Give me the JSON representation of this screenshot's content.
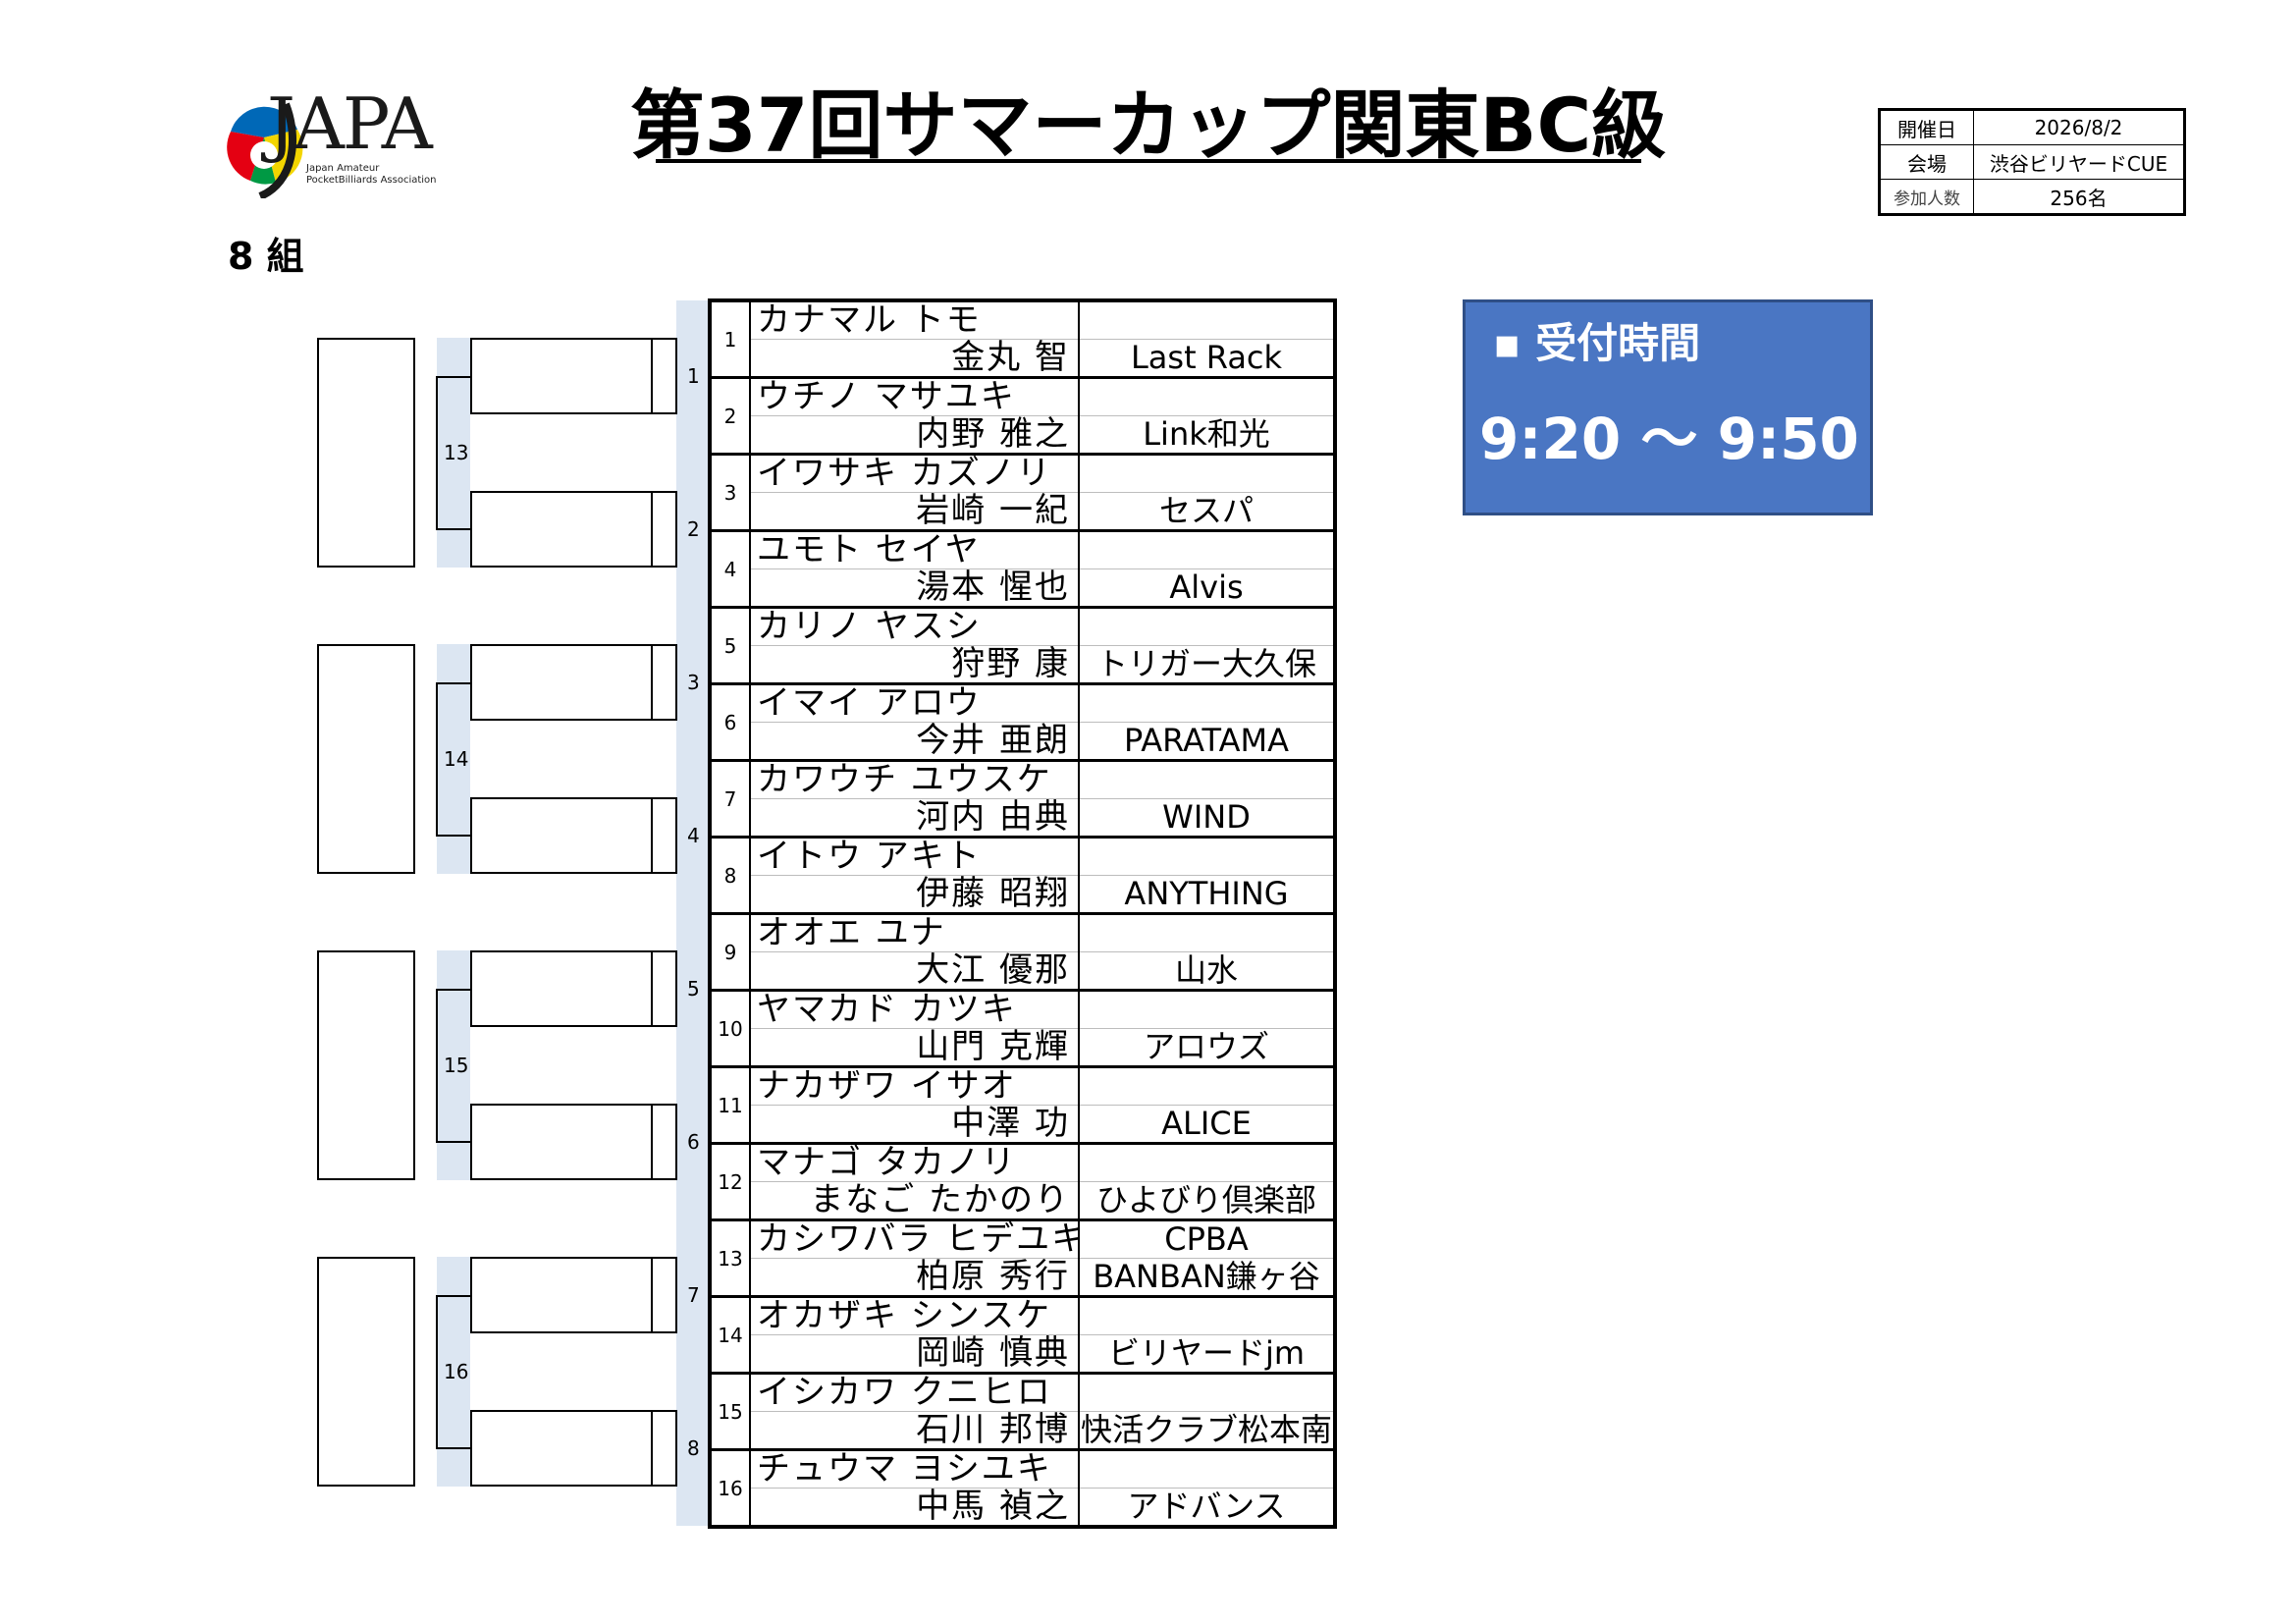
{
  "logo": {
    "text": "JAPA",
    "sub_line1": "Japan Amateur",
    "sub_line2": "PocketBilliards Association",
    "colors": [
      "#e40012",
      "#0068b7",
      "#009944",
      "#f3d500"
    ]
  },
  "title": "第37回サマーカップ関東BC級",
  "info": {
    "date_label": "開催日",
    "date_value": "2026/8/2",
    "venue_label": "会場",
    "venue_value": "渋谷ビリヤードCUE",
    "count_label": "参加人数",
    "count_value": "256名"
  },
  "group_label": "8 組",
  "reception": {
    "label": "▪ 受付時間",
    "time": "9:20 〜 9:50",
    "color": "#4a76c3"
  },
  "bracket": {
    "first_round": [
      "1",
      "2",
      "3",
      "4",
      "5",
      "6",
      "7",
      "8"
    ],
    "second_round": [
      "13",
      "14",
      "15",
      "16"
    ]
  },
  "players": [
    {
      "no": "1",
      "kana": "カナマル トモ",
      "name": "金丸 智",
      "club_top": "",
      "club": "Last Rack"
    },
    {
      "no": "2",
      "kana": "ウチノ マサユキ",
      "name": "内野 雅之",
      "club_top": "",
      "club": "Link和光"
    },
    {
      "no": "3",
      "kana": "イワサキ カズノリ",
      "name": "岩崎 一紀",
      "club_top": "",
      "club": "セスパ"
    },
    {
      "no": "4",
      "kana": "ユモト セイヤ",
      "name": "湯本 惺也",
      "club_top": "",
      "club": "Alvis"
    },
    {
      "no": "5",
      "kana": "カリノ ヤスシ",
      "name": "狩野 康",
      "club_top": "",
      "club": "トリガー大久保"
    },
    {
      "no": "6",
      "kana": "イマイ アロウ",
      "name": "今井 亜朗",
      "club_top": "",
      "club": "PARATAMA"
    },
    {
      "no": "7",
      "kana": "カワウチ ユウスケ",
      "name": "河内 由典",
      "club_top": "",
      "club": "WIND"
    },
    {
      "no": "8",
      "kana": "イトウ アキト",
      "name": "伊藤 昭翔",
      "club_top": "",
      "club": "ANYTHING"
    },
    {
      "no": "9",
      "kana": "オオエ ユナ",
      "name": "大江 優那",
      "club_top": "",
      "club": "山水"
    },
    {
      "no": "10",
      "kana": "ヤマカド カツキ",
      "name": "山門 克輝",
      "club_top": "",
      "club": "アロウズ"
    },
    {
      "no": "11",
      "kana": "ナカザワ イサオ",
      "name": "中澤 功",
      "club_top": "",
      "club": "ALICE"
    },
    {
      "no": "12",
      "kana": "マナゴ タカノリ",
      "name": "まなご たかのり",
      "club_top": "",
      "club": "ひよびり倶楽部"
    },
    {
      "no": "13",
      "kana": "カシワバラ ヒデユキ",
      "name": "柏原 秀行",
      "club_top": "CPBA",
      "club": "BANBAN鎌ヶ谷"
    },
    {
      "no": "14",
      "kana": "オカザキ シンスケ",
      "name": "岡崎 慎典",
      "club_top": "",
      "club": "ビリヤードjm"
    },
    {
      "no": "15",
      "kana": "イシカワ クニヒロ",
      "name": "石川 邦博",
      "club_top": "",
      "club": "快活クラブ松本南"
    },
    {
      "no": "16",
      "kana": "チュウマ ヨシユキ",
      "name": "中馬 禎之",
      "club_top": "",
      "club": "アドバンス"
    }
  ]
}
